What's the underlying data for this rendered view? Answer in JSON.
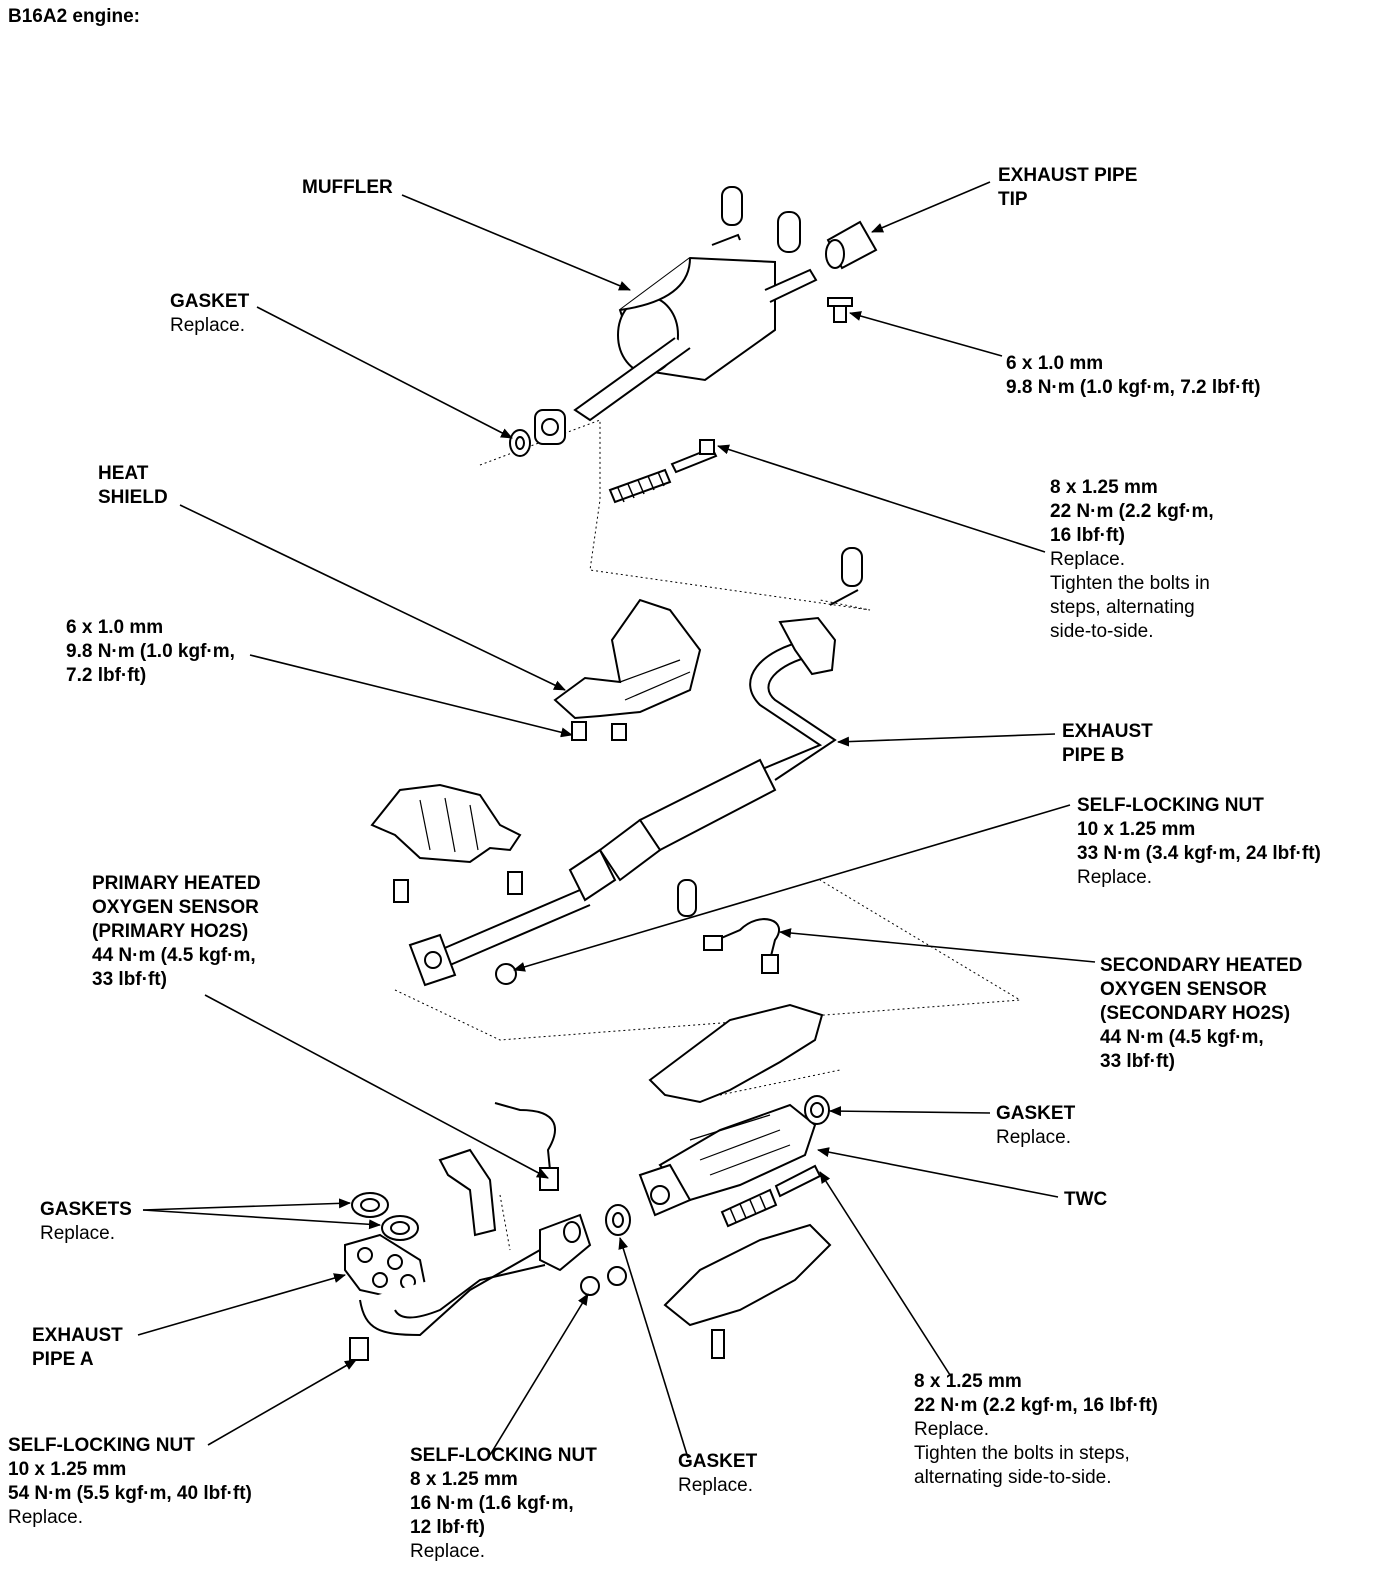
{
  "title": "B16A2 engine:",
  "labels": {
    "muffler": {
      "lines": [
        "MUFFLER"
      ]
    },
    "exhaust_pipe_tip": {
      "lines": [
        "EXHAUST PIPE",
        "TIP"
      ]
    },
    "gasket_top": {
      "lines": [
        "GASKET"
      ],
      "note": [
        "Replace."
      ]
    },
    "bolt_6x1_top": {
      "lines": [
        "6 x 1.0 mm",
        "9.8 N·m (1.0 kgf·m, 7.2 lbf·ft)"
      ]
    },
    "heat_shield": {
      "lines": [
        "HEAT",
        "SHIELD"
      ]
    },
    "bolt_8x125_top": {
      "lines": [
        "8 x 1.25 mm",
        "22 N·m (2.2 kgf·m,",
        "16 lbf·ft)"
      ],
      "note": [
        "Replace.",
        "Tighten the bolts in",
        "steps, alternating",
        "side-to-side."
      ]
    },
    "bolt_6x1_left": {
      "lines": [
        "6 x 1.0 mm",
        "9.8 N·m (1.0 kgf·m,",
        "7.2 lbf·ft)"
      ]
    },
    "exhaust_pipe_b": {
      "lines": [
        "EXHAUST",
        "PIPE B"
      ]
    },
    "self_locking_nut_right": {
      "lines": [
        "SELF-LOCKING NUT",
        "10 x 1.25 mm",
        "33 N·m (3.4 kgf·m, 24 lbf·ft)"
      ],
      "note": [
        "Replace."
      ]
    },
    "primary_ho2s": {
      "lines": [
        "PRIMARY HEATED",
        "OXYGEN SENSOR",
        "(PRIMARY HO2S)",
        "44 N·m (4.5 kgf·m,",
        "33 lbf·ft)"
      ]
    },
    "secondary_ho2s": {
      "lines": [
        "SECONDARY HEATED",
        "OXYGEN SENSOR",
        "(SECONDARY HO2S)",
        "44 N·m (4.5 kgf·m,",
        "33 lbf·ft)"
      ]
    },
    "gasket_right": {
      "lines": [
        "GASKET"
      ],
      "note": [
        "Replace."
      ]
    },
    "twc": {
      "lines": [
        "TWC"
      ]
    },
    "gaskets_left": {
      "lines": [
        "GASKETS"
      ],
      "note": [
        "Replace."
      ]
    },
    "exhaust_pipe_a": {
      "lines": [
        "EXHAUST",
        "PIPE A"
      ]
    },
    "self_locking_nut_bl": {
      "lines": [
        "SELF-LOCKING NUT",
        "10 x 1.25 mm",
        "54 N·m (5.5 kgf·m, 40 lbf·ft)"
      ],
      "note": [
        "Replace."
      ]
    },
    "self_locking_nut_bm": {
      "lines": [
        "SELF-LOCKING NUT",
        "8 x 1.25 mm",
        "16 N·m (1.6 kgf·m,",
        "12 lbf·ft)"
      ],
      "note": [
        "Replace."
      ]
    },
    "gasket_bottom": {
      "lines": [
        "GASKET"
      ],
      "note": [
        "Replace."
      ]
    },
    "bolt_8x125_bottom": {
      "lines": [
        "8 x 1.25 mm",
        "22 N·m (2.2 kgf·m, 16 lbf·ft)"
      ],
      "note": [
        "Replace.",
        "Tighten the bolts in steps,",
        "alternating side-to-side."
      ]
    }
  }
}
